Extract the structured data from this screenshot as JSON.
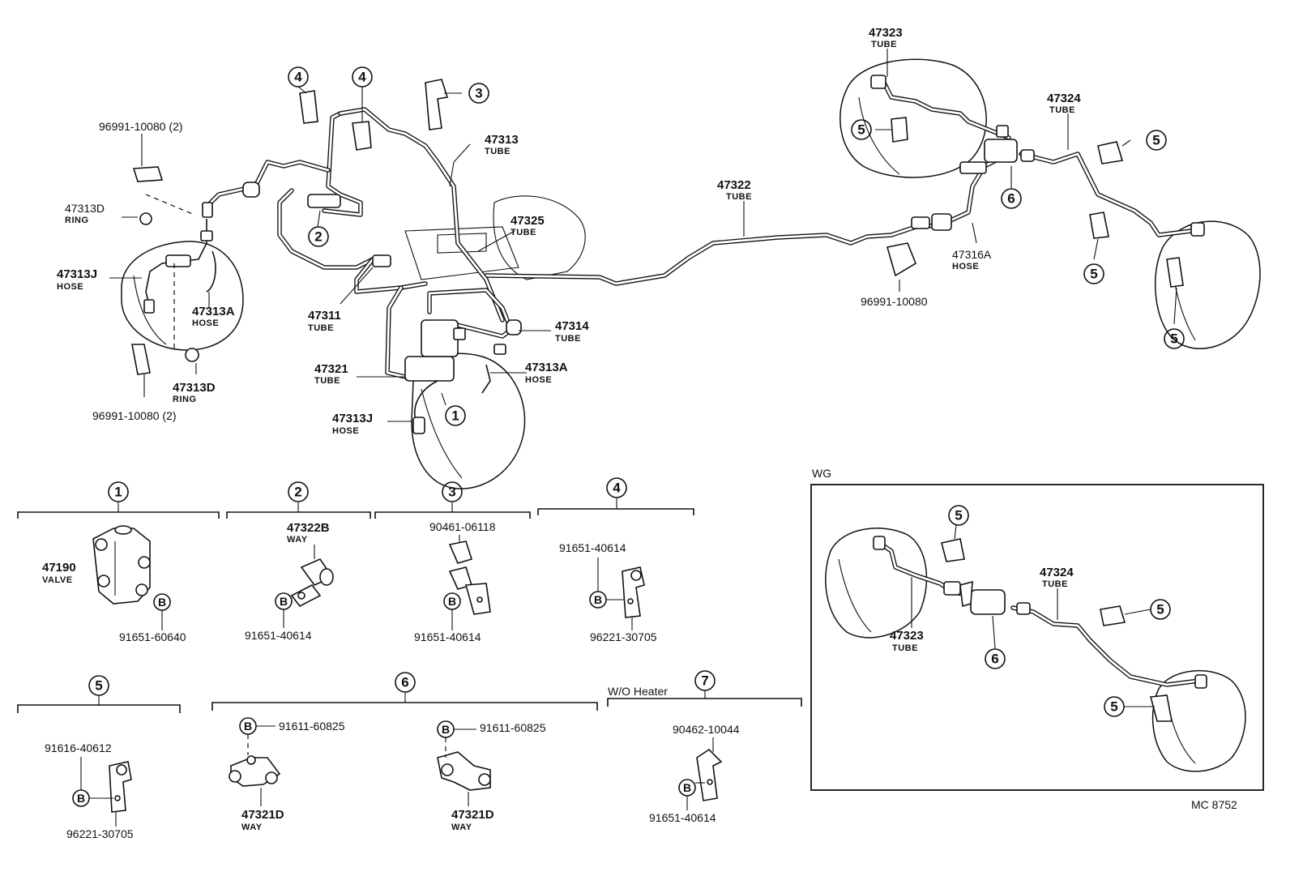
{
  "drawing_code": "MC  8752",
  "inset_label": "WG",
  "wo_heater_label": "W/O Heater",
  "callouts": {
    "c1": "1",
    "c2": "2",
    "c3": "3",
    "c4": "4",
    "c5": "5",
    "c6": "6",
    "c7": "7"
  },
  "bolt_letter": "B",
  "main_labels": {
    "p96991_top": "96991-10080 (2)",
    "p47313D_top": "47313D",
    "p47313D_top_sub": "RING",
    "p47313J_left": "47313J",
    "p47313J_left_sub": "HOSE",
    "p47313A_left": "47313A",
    "p47313A_left_sub": "HOSE",
    "p47313D_bot": "47313D",
    "p47313D_bot_sub": "RING",
    "p96991_bot": "96991-10080 (2)",
    "p47313": "47313",
    "p47313_sub": "TUBE",
    "p47325": "47325",
    "p47325_sub": "TUBE",
    "p47311": "47311",
    "p47311_sub": "TUBE",
    "p47314": "47314",
    "p47314_sub": "TUBE",
    "p47321": "47321",
    "p47321_sub": "TUBE",
    "p47313A_mid": "47313A",
    "p47313A_mid_sub": "HOSE",
    "p47313J_mid": "47313J",
    "p47313J_mid_sub": "HOSE",
    "p47322": "47322",
    "p47322_sub": "TUBE",
    "p47323": "47323",
    "p47323_sub": "TUBE",
    "p47324": "47324",
    "p47324_sub": "TUBE",
    "p47316A": "47316A",
    "p47316A_sub": "HOSE",
    "p96991_right": "96991-10080"
  },
  "detail_labels": {
    "d1_valve": "47190",
    "d1_valve_sub": "VALVE",
    "d1_bolt": "91651-60640",
    "d2_way": "47322B",
    "d2_way_sub": "WAY",
    "d2_bolt": "91651-40614",
    "d3_top": "90461-06118",
    "d3_bolt": "91651-40614",
    "d4_top": "91651-40614",
    "d4_bot": "96221-30705",
    "d5_top": "91616-40612",
    "d5_bot": "96221-30705",
    "d6a_top": "91611-60825",
    "d6a_way": "47321D",
    "d6a_way_sub": "WAY",
    "d6b_top": "91611-60825",
    "d6b_way": "47321D",
    "d6b_way_sub": "WAY",
    "d7_top": "90462-10044",
    "d7_bolt": "91651-40614"
  },
  "inset_labels": {
    "p47324": "47324",
    "p47324_sub": "TUBE",
    "p47323": "47323",
    "p47323_sub": "TUBE"
  }
}
